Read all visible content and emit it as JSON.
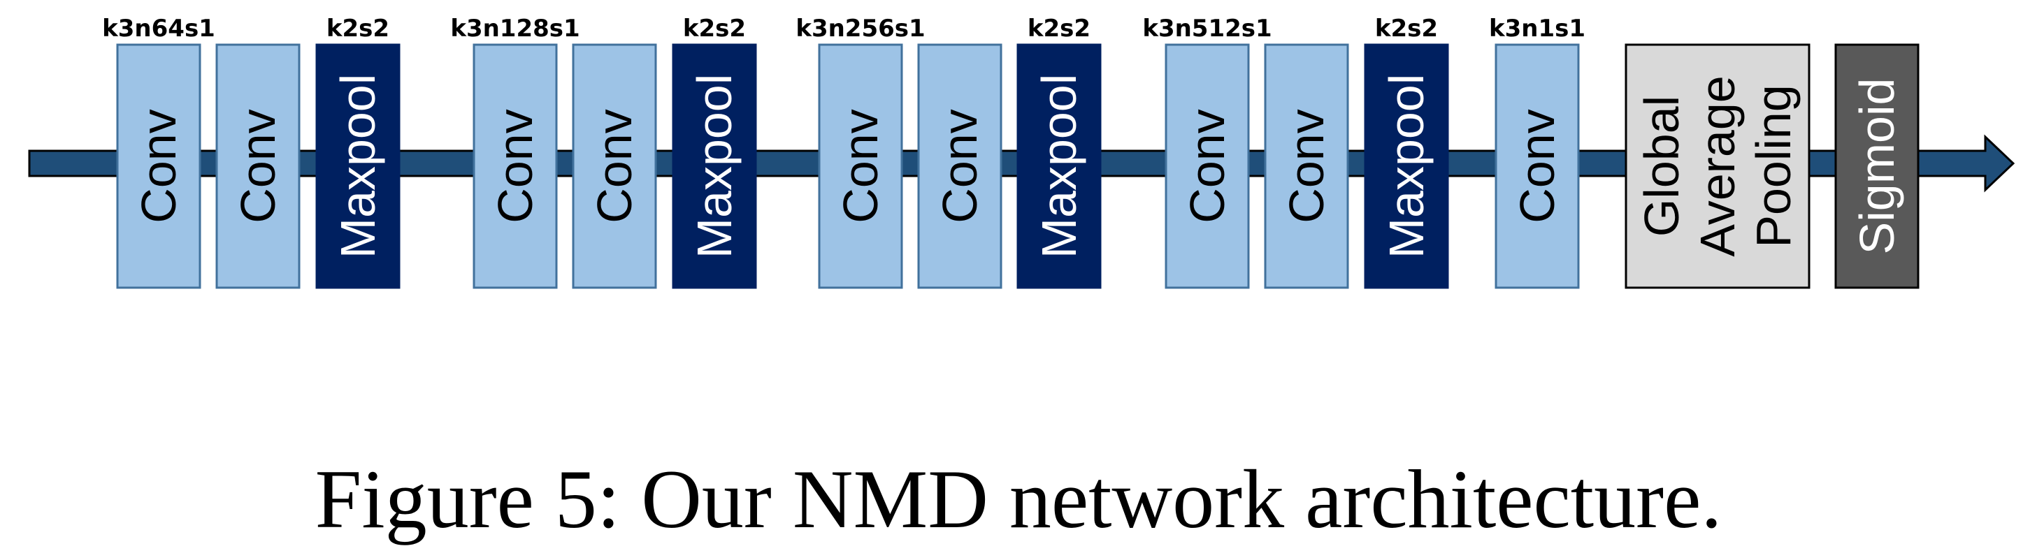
{
  "colors": {
    "arrow_fill": "#1f4e79",
    "arrow_stroke": "#000000",
    "conv_fill": "#9dc3e6",
    "conv_stroke": "#41719c",
    "pool_fill": "#002060",
    "gap_fill": "#d9d9d9",
    "sigmoid_fill": "#595959",
    "text_dark": "#000000",
    "text_light": "#ffffff"
  },
  "params": [
    {
      "label": "k3n64s1"
    },
    {
      "label": "k2s2"
    },
    {
      "label": "k3n128s1"
    },
    {
      "label": "k2s2"
    },
    {
      "label": "k3n256s1"
    },
    {
      "label": "k2s2"
    },
    {
      "label": "k3n512s1"
    },
    {
      "label": "k2s2"
    },
    {
      "label": "k3n1s1"
    }
  ],
  "blocks": [
    {
      "kind": "conv",
      "lines": [
        "Conv"
      ]
    },
    {
      "kind": "conv",
      "lines": [
        "Conv"
      ]
    },
    {
      "kind": "pool",
      "lines": [
        "Maxpool"
      ]
    },
    {
      "kind": "conv",
      "lines": [
        "Conv"
      ]
    },
    {
      "kind": "conv",
      "lines": [
        "Conv"
      ]
    },
    {
      "kind": "pool",
      "lines": [
        "Maxpool"
      ]
    },
    {
      "kind": "conv",
      "lines": [
        "Conv"
      ]
    },
    {
      "kind": "conv",
      "lines": [
        "Conv"
      ]
    },
    {
      "kind": "pool",
      "lines": [
        "Maxpool"
      ]
    },
    {
      "kind": "conv",
      "lines": [
        "Conv"
      ]
    },
    {
      "kind": "conv",
      "lines": [
        "Conv"
      ]
    },
    {
      "kind": "pool",
      "lines": [
        "Maxpool"
      ]
    },
    {
      "kind": "conv",
      "lines": [
        "Conv"
      ]
    },
    {
      "kind": "gap",
      "lines": [
        "Global",
        "Average",
        "Pooling"
      ]
    },
    {
      "kind": "sigmoid",
      "lines": [
        "Sigmoid"
      ]
    }
  ],
  "caption": "Figure 5: Our NMD network architecture."
}
